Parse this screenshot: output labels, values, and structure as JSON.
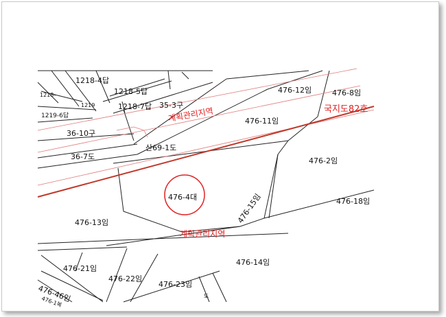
{
  "colors": {
    "boundary": "#222222",
    "zone_line": "#e07a7a",
    "road": "#c0392b",
    "highlight": "#e02020"
  },
  "parcels": {
    "p1218_4": "1218-4답",
    "p1218_5": "1218-5답",
    "p1218_7": "1218-7답",
    "p1218_small": "1218-",
    "p1219_6": "1219-6답",
    "p121_small": "1219",
    "p35_3": "35-3구",
    "p36_10": "36-10구",
    "p36_7": "36-7도",
    "p_san69_1": "산69-1도",
    "p476_12": "476-12임",
    "p476_8": "476-8임",
    "p476_11": "476-11임",
    "p476_2": "476-2임",
    "p476_4": "476-4대",
    "p476_15": "476-15임",
    "p476_18": "476-18임",
    "p476_13": "476-13임",
    "p476_14": "476-14임",
    "p476_21": "476-21임",
    "p476_22": "476-22임",
    "p476_23": "476-23임",
    "p476_46": "476-46임",
    "p476_small": "476-1복",
    "p_bottom": "도"
  },
  "zones": {
    "upper": "계획관리지역",
    "lower": "계획관리지역",
    "road": "국지도82호"
  },
  "highlighted_parcel": "476-4대"
}
